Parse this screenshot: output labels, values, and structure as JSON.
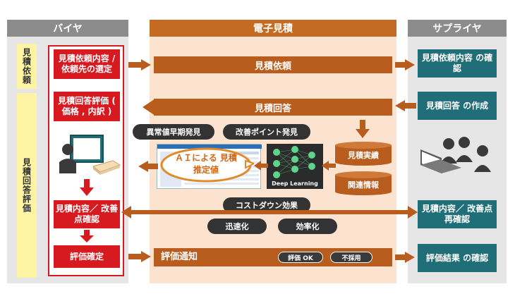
{
  "lanes": {
    "buyer": "バイヤ",
    "estimate": "電子見積",
    "supplier": "サプライヤ"
  },
  "phases": {
    "request": "見積依頼",
    "evaluation": "見積回答評価"
  },
  "buyer_steps": {
    "select": "見積依頼内容 / 依頼先の選定",
    "eval": "見積回答評価 ( 価格 , 内訳 )",
    "confirm": "見積内容／ 改善点確認",
    "final": "評価確定"
  },
  "center": {
    "request_bar": "見積依頼",
    "answer_bar": "見積回答",
    "anomaly": "異常値早期発見",
    "kaizen": "改善ポイント発見",
    "ai_estimate": "ＡＩによる 見積推定値",
    "deep_learning": "Deep Learning",
    "record": "見積実績",
    "related": "関連情報",
    "cost_down": "コストダウン効果",
    "speed": "迅速化",
    "efficiency": "効率化",
    "notice": "評価通知",
    "ok": "評価 OK",
    "reject": "不採用"
  },
  "supplier_steps": {
    "confirm_request": "見積依頼内容 の確認",
    "create_answer": "見積回答 の作成",
    "reconfirm": "見積内容／ 改善点再確認",
    "result": "評価結果 の確認"
  },
  "colors": {
    "red": "#d71920",
    "teal": "#1f6e78",
    "brown": "#b85d1e",
    "peach": "#fbe3cf",
    "gray": "#e6e6e6",
    "yellow": "#fff4a3",
    "header_gray": "#8c8c8c",
    "header_orange": "#c46a22"
  }
}
